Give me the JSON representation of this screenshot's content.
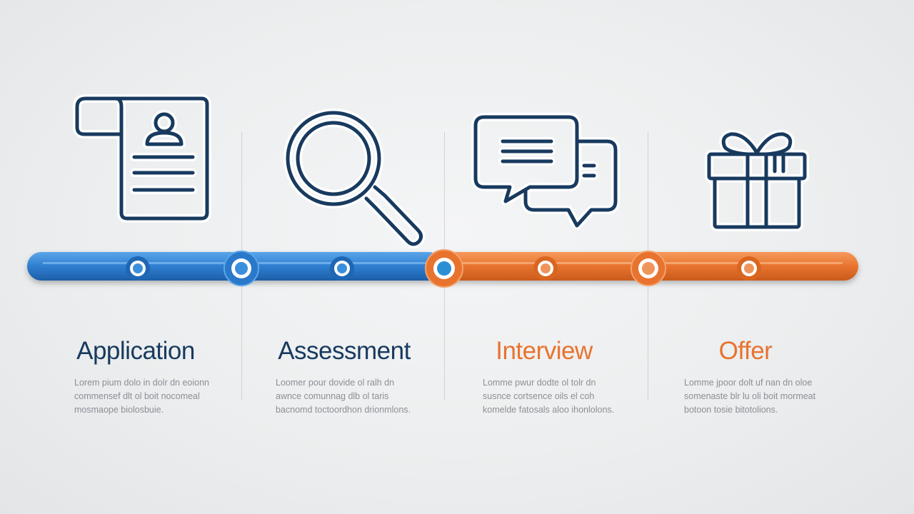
{
  "colors": {
    "navy": "#183a5f",
    "blue": "#2f7ed0",
    "orange": "#e8732f",
    "gray_text": "#8b9096"
  },
  "stages": [
    {
      "title": "Application",
      "icon": "resume-document-icon",
      "color": "#183a5f",
      "description": "Lorem pium dolo in dolr dn eoionn commensef dlt ol boit nocomeal mosmaope biolosbuie."
    },
    {
      "title": "Assessment",
      "icon": "magnifying-glass-icon",
      "color": "#183a5f",
      "description": "Loomer pour dovide ol ralh dn awnce comunnag dlb ol taris bacnomd toctoordhon drionmlons."
    },
    {
      "title": "Interview",
      "icon": "chat-bubbles-icon",
      "color": "#e8732f",
      "description": "Lomme pwur dodte ol tolr dn susnce cortsence oils el coh komelde fatosals aloo ihonlolons."
    },
    {
      "title": "Offer",
      "icon": "gift-box-icon",
      "color": "#e8732f",
      "description": "Lomme jpoor dolt uf nan dn oloe somenaste blr lu oli boit mormeat botoon tosie bitotolions."
    }
  ]
}
